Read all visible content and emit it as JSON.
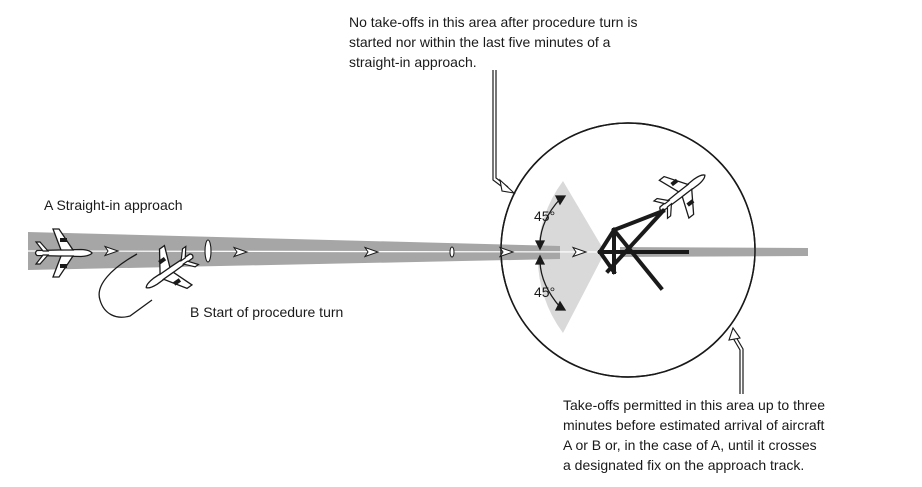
{
  "notes": {
    "no_takeoff": [
      "No take-offs in this area after procedure turn is",
      "started nor within the last five minutes of a",
      "straight-in approach."
    ],
    "takeoff_permitted": [
      "Take-offs permitted in this area up to three",
      "minutes before estimated arrival of aircraft",
      "A or B or,  in the case of A, until it crosses",
      "a designated fix on the approach track."
    ]
  },
  "labels": {
    "a": "A  Straight-in approach",
    "b": "B  Start of procedure turn",
    "angle_upper": "45°",
    "angle_lower": "45°"
  },
  "colors": {
    "approach_band": "#a6a6a6",
    "sector_fill": "#d9d9d9",
    "outline": "#1a1a1a"
  },
  "icons": [
    "airplane-icon",
    "arrow-icon",
    "runway-icon"
  ]
}
